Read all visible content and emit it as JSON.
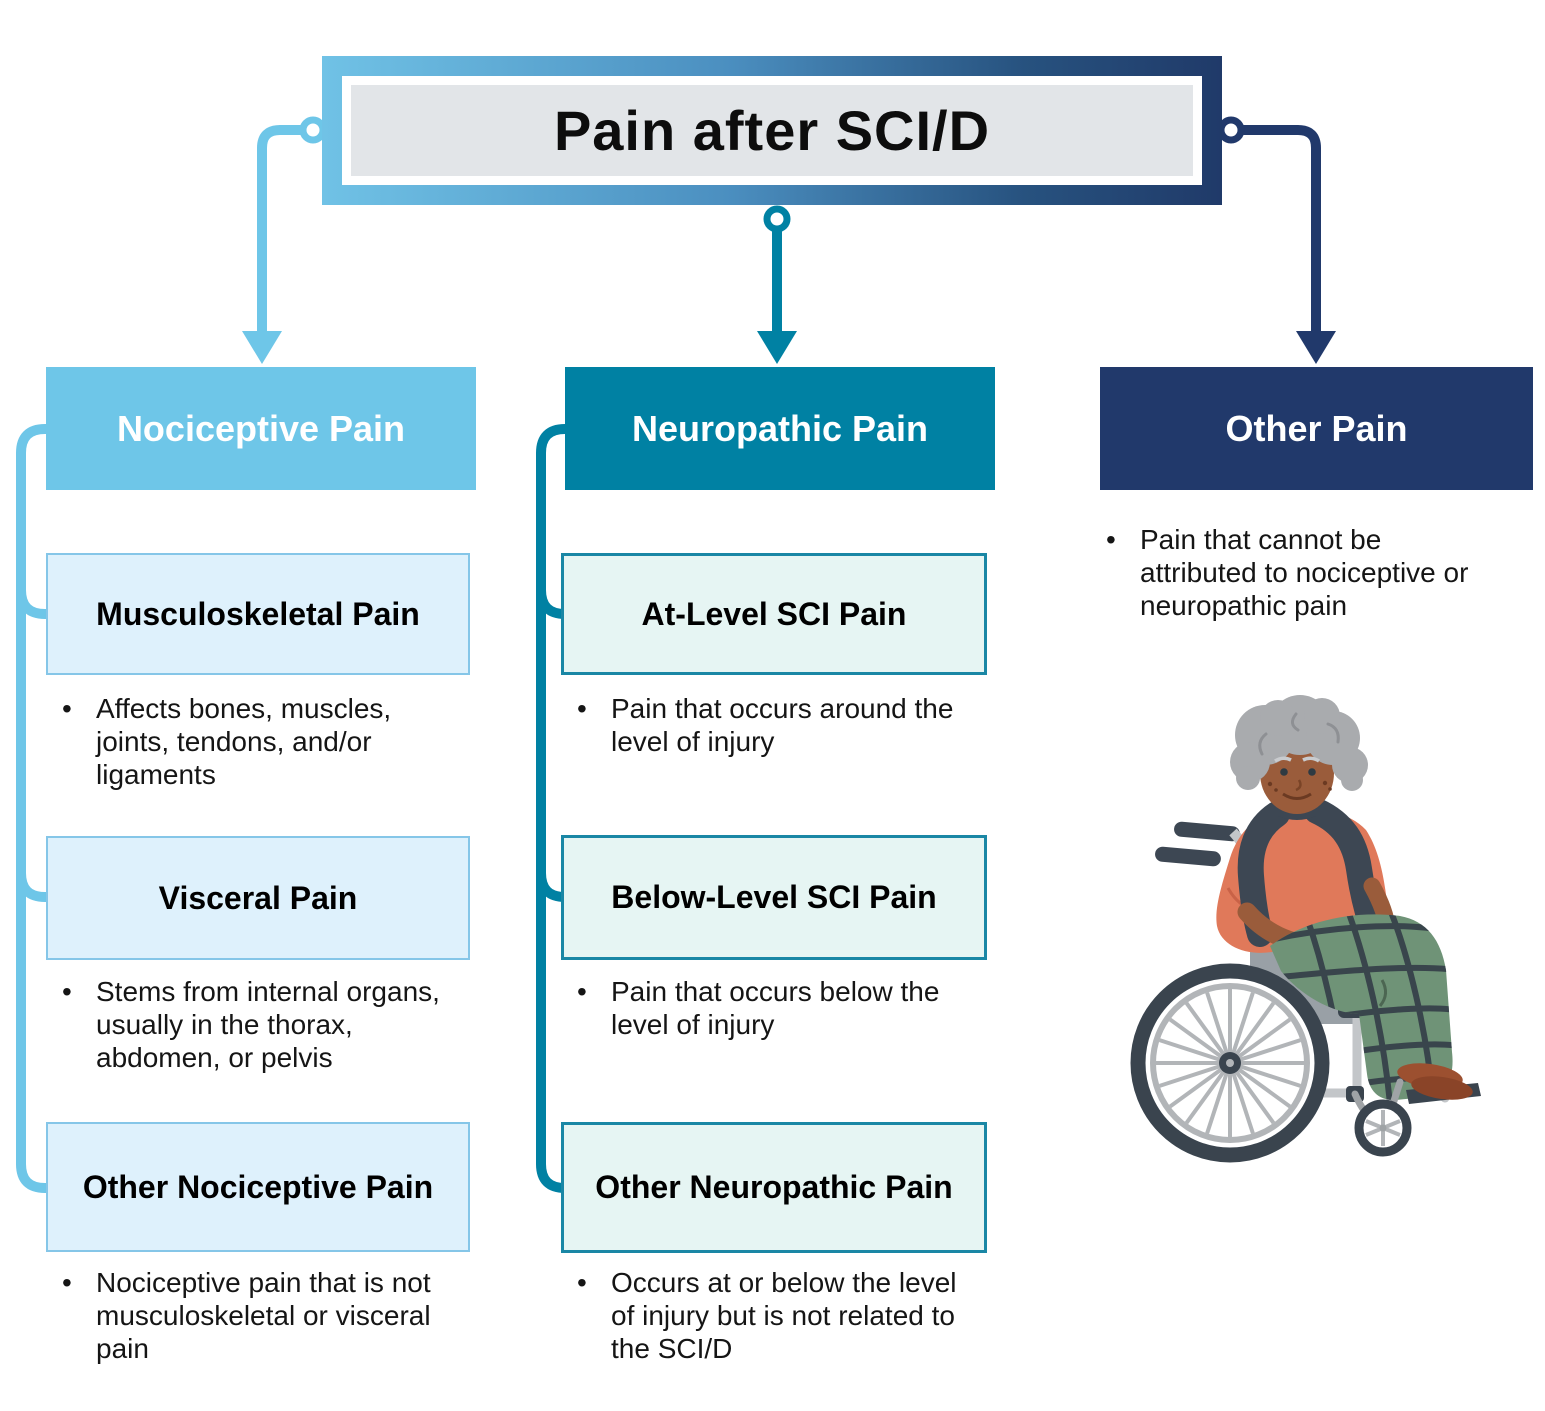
{
  "title": "Pain after SCI/D",
  "ui": {
    "bullet_glyph": "•"
  },
  "colors": {
    "light_blue": "#6ec6e8",
    "teal": "#0081a3",
    "navy": "#21396b",
    "light_blue_fill": "#def1fc",
    "light_teal_fill": "#e6f5f3",
    "title_panel_fill": "#e2e5e8"
  },
  "columns": [
    {
      "header": "Nociceptive Pain",
      "items": [
        {
          "label": "Musculoskeletal Pain",
          "bullet": "Affects bones, muscles,\njoints, tendons, and/or\nligaments"
        },
        {
          "label": "Visceral Pain",
          "bullet": "Stems from internal organs,\nusually in the thorax,\nabdomen, or pelvis"
        },
        {
          "label": "Other Nociceptive Pain",
          "bullet": "Nociceptive pain that is not\nmusculoskeletal or visceral\npain"
        }
      ]
    },
    {
      "header": "Neuropathic Pain",
      "items": [
        {
          "label": "At-Level SCI Pain",
          "bullet": "Pain that occurs around the\nlevel of injury"
        },
        {
          "label": "Below-Level SCI Pain",
          "bullet": "Pain that occurs below the\nlevel of injury"
        },
        {
          "label": "Other Neuropathic Pain",
          "bullet": "Occurs at or below the level\nof injury but is not related to\nthe SCI/D"
        }
      ]
    },
    {
      "header": "Other Pain",
      "bullet": "Pain that cannot be\nattributed to nociceptive or\nneuropathic pain",
      "illustration": "elderly-woman-in-wheelchair"
    }
  ]
}
